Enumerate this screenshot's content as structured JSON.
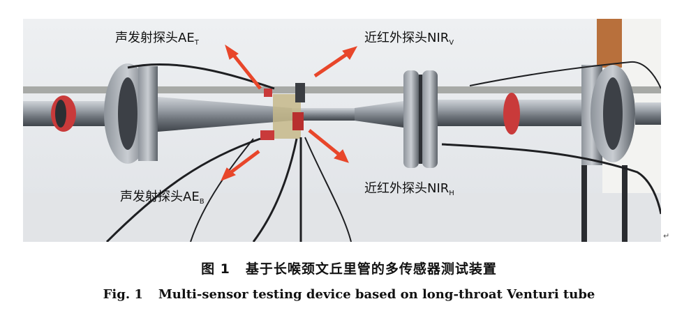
{
  "labels": {
    "ae_top": {
      "main": "声发射探头AE",
      "sub": "T"
    },
    "nir_v": {
      "main": "近红外探头NIR",
      "sub": "V"
    },
    "ae_bottom": {
      "main": "声发射探头AE",
      "sub": "B"
    },
    "nir_h": {
      "main": "近红外探头NIR",
      "sub": "H"
    }
  },
  "caption": {
    "cn_number": "图 1",
    "cn_text": "基于长喉颈文丘里管的多传感器测试装置",
    "en_number": "Fig. 1",
    "en_text": "Multi-sensor testing device based on long-throat Venturi tube"
  },
  "colors": {
    "arrow": "#e8462a",
    "pipe": "#8a8f96",
    "flange": "#5a5f66",
    "background_wall": "#e9ebee"
  }
}
